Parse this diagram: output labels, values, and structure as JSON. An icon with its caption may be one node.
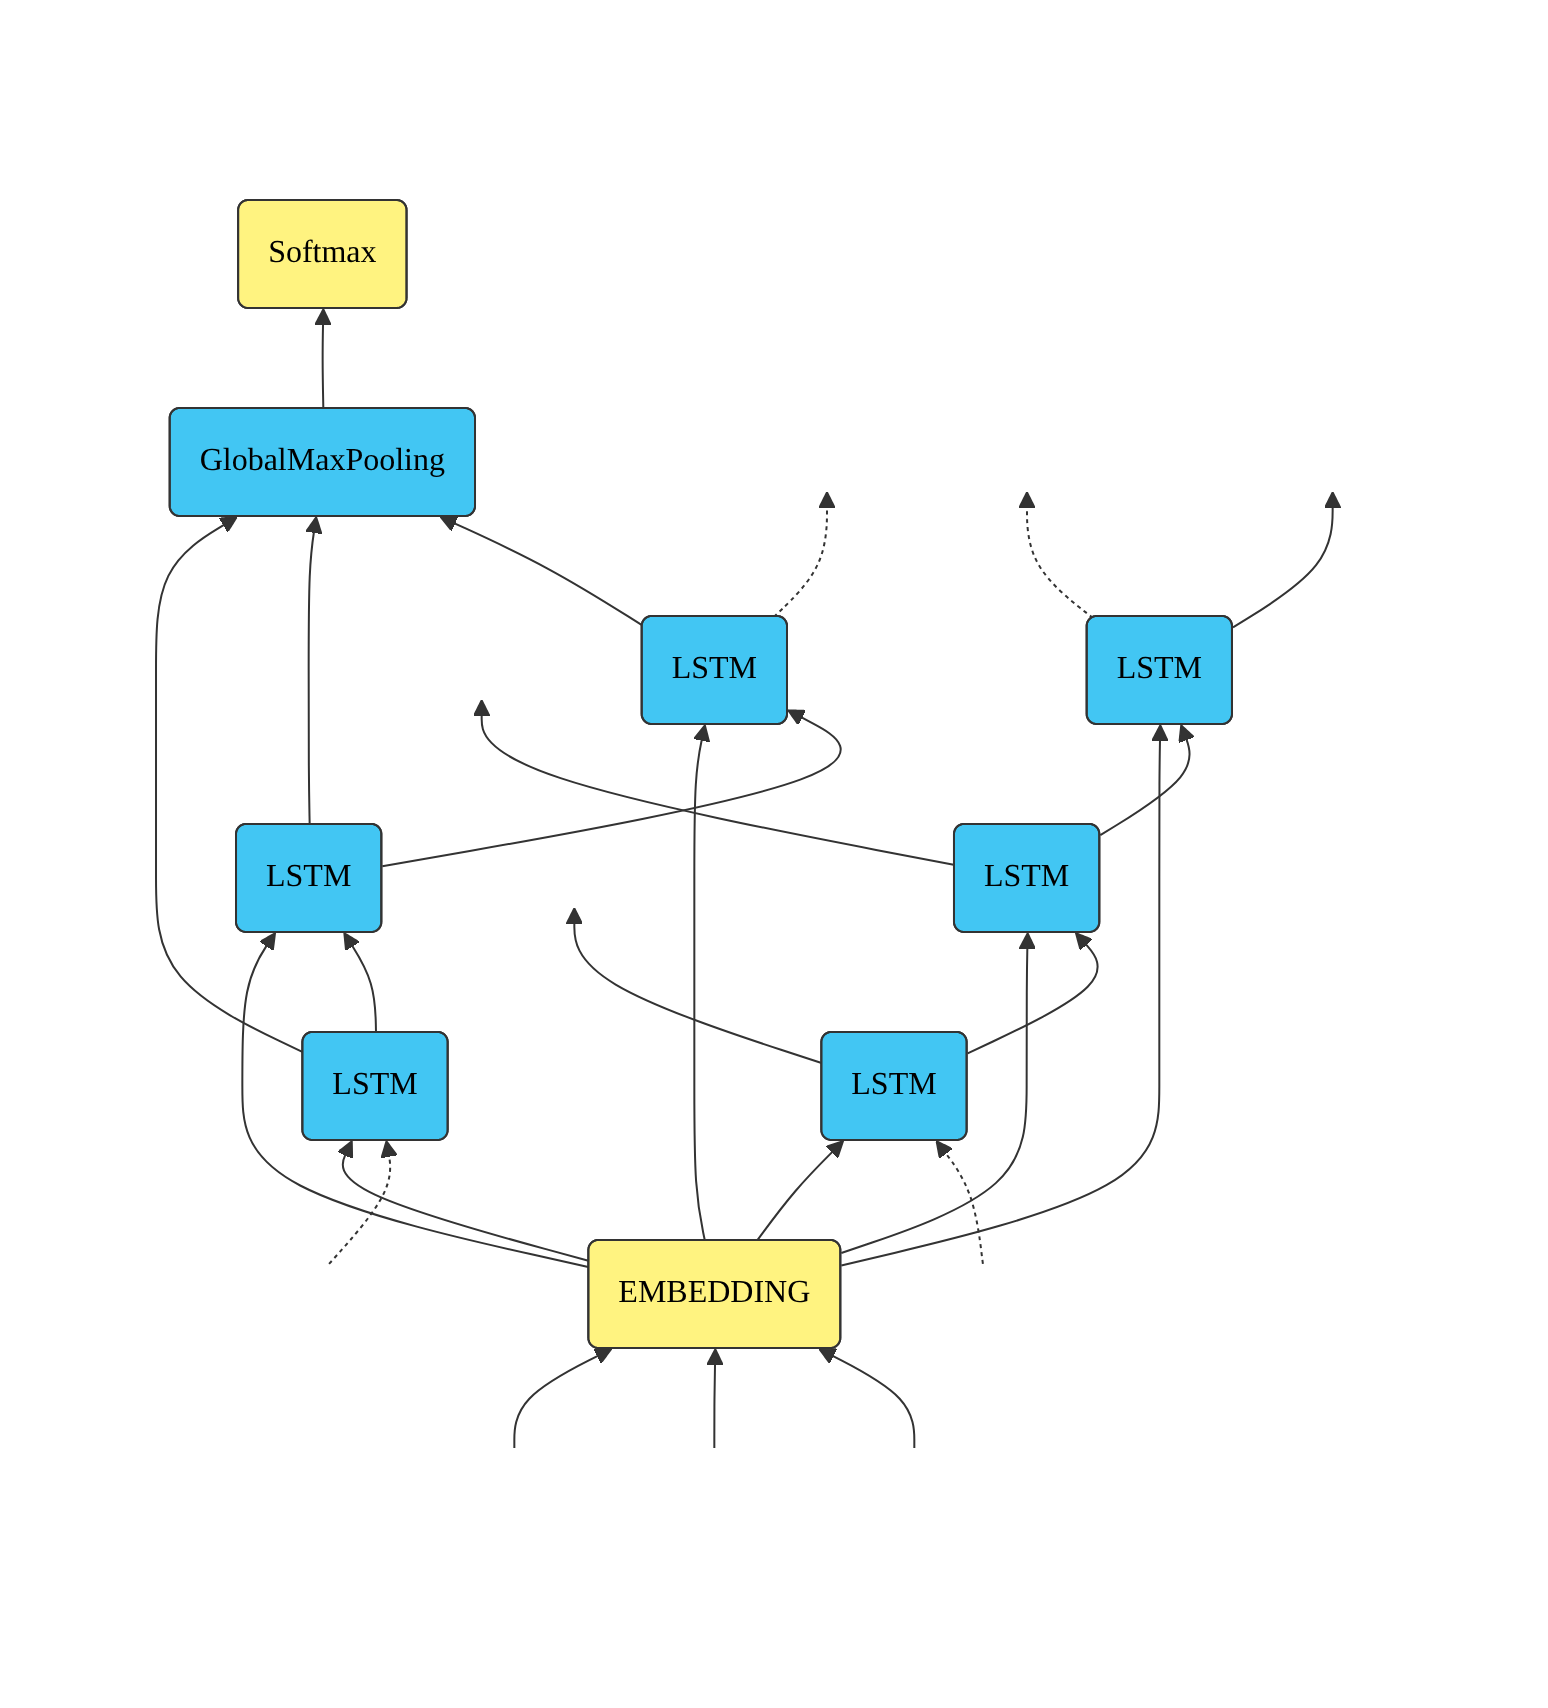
{
  "diagram": {
    "nodes": [
      {
        "text": [
          "Softmax"
        ]
      },
      {
        "text": [
          "GlobalMaxPooling"
        ]
      },
      {
        "text": [
          "LSTM"
        ]
      },
      {
        "text": [
          "LSTM"
        ]
      },
      {
        "text": [
          "LSTM"
        ]
      },
      {
        "text": [
          "LSTM"
        ]
      },
      {
        "text": [
          "LSTM"
        ]
      },
      {
        "text": [
          "LSTM"
        ]
      },
      {
        "text": [
          "EMBEDDING"
        ]
      }
    ],
    "edges": [
      {
        "from": 1,
        "to": 0,
        "arrow": "to"
      },
      {
        "from": 2,
        "to": 1,
        "arrow": "to"
      },
      {
        "from": 3,
        "to": 1,
        "arrow": "to"
      },
      {
        "from": 4,
        "to": 1,
        "arrow": "to"
      },
      {
        "from": 2,
        "to": null,
        "arrow": "to",
        "style": "dashed"
      },
      {
        "from": 3,
        "to": 2,
        "arrow": "to"
      },
      {
        "from": 4,
        "to": 3,
        "arrow": "to"
      },
      {
        "from": null,
        "to": 4,
        "arrow": "to",
        "style": "dashed"
      },
      {
        "from": null,
        "to": 5,
        "arrow": "to",
        "style": "dashed"
      },
      {
        "from": 5,
        "to": 6,
        "arrow": "to"
      },
      {
        "from": 6,
        "to": 7,
        "arrow": "to"
      },
      {
        "from": 7,
        "to": null,
        "arrow": "to",
        "style": "dashed"
      },
      {
        "from": 8,
        "to": 2,
        "arrow": "to"
      },
      {
        "from": 8,
        "to": 5,
        "arrow": "to"
      },
      {
        "from": 5,
        "to": null,
        "arrow": "to"
      },
      {
        "from": 8,
        "to": 3,
        "arrow": "to"
      },
      {
        "from": 8,
        "to": 6,
        "arrow": "to"
      },
      {
        "from": 6,
        "to": null,
        "arrow": "to"
      },
      {
        "from": 8,
        "to": 4,
        "arrow": "to"
      },
      {
        "from": 8,
        "to": 7,
        "arrow": "to"
      },
      {
        "from": 7,
        "to": null,
        "arrow": "to"
      },
      {
        "from": null,
        "to": 8,
        "arrow": "to"
      },
      {
        "from": null,
        "to": 8,
        "arrow": "to"
      },
      {
        "from": null,
        "to": 8,
        "arrow": "to"
      }
    ]
  }
}
